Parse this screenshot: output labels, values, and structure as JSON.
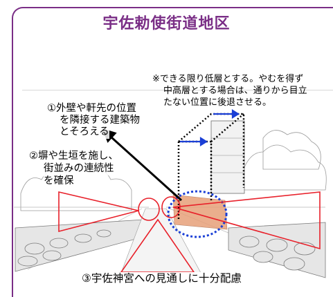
{
  "title": "宇佐勅使街道地区",
  "note": {
    "line1": "※できる限り低層とする。やむを得ず",
    "line2": "中高層とする場合は、通りから目立",
    "line3": "たない位置に後退させる。"
  },
  "guideline1": {
    "line1": "①外壁や軒先の位置",
    "line2": "を隣接する建築物",
    "line3": "とそろえる"
  },
  "guideline2": {
    "line1": "②塀や生垣を施し、",
    "line2": "街並みの連続性",
    "line3": "を確保"
  },
  "guideline3": {
    "text": "③宇佐神宮への見通しに十分配慮"
  },
  "colors": {
    "frame": "#7a2e86",
    "title": "#7a2e86",
    "red_lines": "#e8202a",
    "blue_arrows": "#1a3fd6",
    "setback_ellipse": "#1a3fd6",
    "building_highlight": "#e7a07a"
  }
}
